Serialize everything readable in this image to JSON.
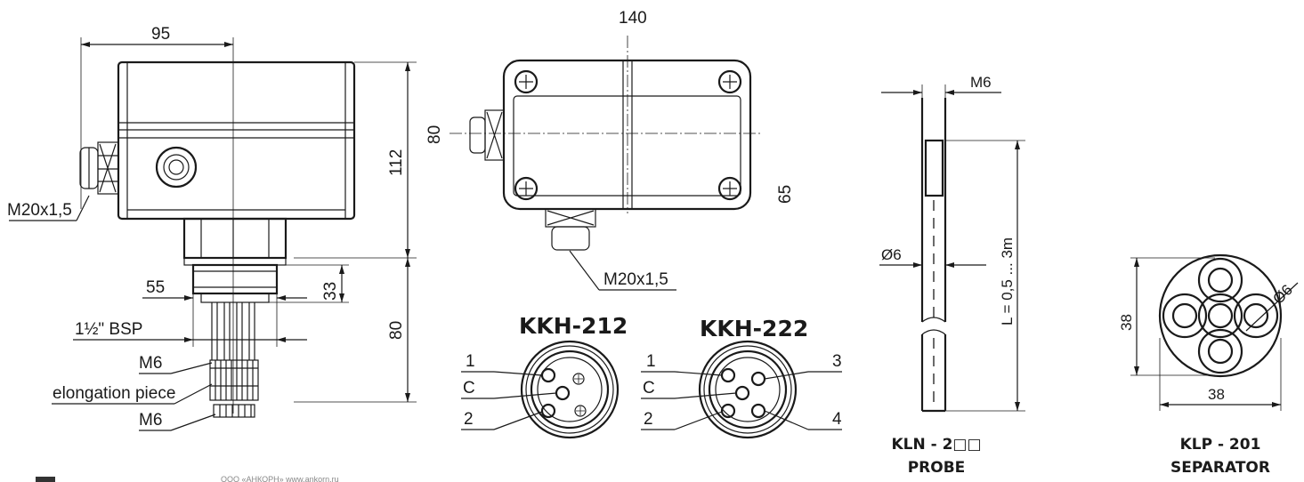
{
  "housing": {
    "dim_width": "95",
    "dim_height": "112",
    "dim_thread_len": "33",
    "dim_probe_len": "80",
    "dim_hex": "55",
    "label_gland": "M20x1,5",
    "label_bsp": "1½\" BSP",
    "label_m6_top": "M6",
    "label_elongation": "elongation piece",
    "label_m6_bottom": "M6"
  },
  "top_view": {
    "dim_length": "140",
    "dim_width": "80",
    "dim_inner": "65",
    "label_gland": "M20x1,5"
  },
  "connectors": [
    {
      "title": "KKH-212",
      "pin_labels": [
        "1",
        "C",
        "2"
      ]
    },
    {
      "title": "KKH-222",
      "pin_labels": [
        "1",
        "C",
        "2",
        "3",
        "4"
      ]
    }
  ],
  "probe": {
    "label_thread": "M6",
    "label_diameter": "Ø6",
    "label_length": "L = 0,5 ... 3m",
    "caption_model": "KLN - 2□□",
    "caption_name": "PROBE"
  },
  "separator": {
    "dim_height": "38",
    "dim_width": "38",
    "label_diameter": "Ø6",
    "caption_model": "KLP - 201",
    "caption_name": "SEPARATOR"
  },
  "footer": {
    "text": "ООО «АНКОРН» www.ankorn.ru"
  }
}
